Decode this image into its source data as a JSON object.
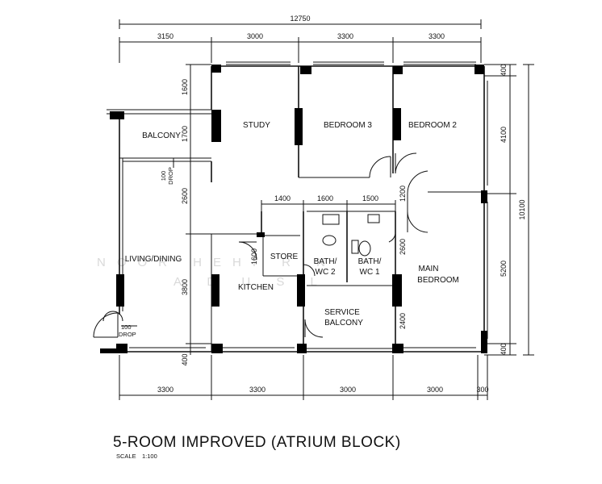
{
  "title": "5-ROOM IMPROVED (ATRIUM BLOCK)",
  "scale_label": "SCALE",
  "scale_value": "1:100",
  "watermark": {
    "line1": "NOOR HEHI RIN",
    "line2": "A D U S L"
  },
  "dimensions": {
    "overall_width": "12750",
    "top": [
      "3150",
      "3000",
      "3300",
      "3300"
    ],
    "bottom": [
      "3300",
      "3300",
      "3000",
      "3000",
      "300"
    ],
    "right_inner": [
      "400",
      "4100",
      "5200",
      "400"
    ],
    "right_overall": "10100",
    "left_vertical": [
      "1600",
      "1700",
      "2600",
      "3800",
      "400"
    ],
    "core_top": [
      "1400",
      "1600",
      "1500"
    ],
    "core_misc": {
      "store_1600": "1600",
      "drop_1200": "1200",
      "bath_2600": "2600",
      "service_2400": "2400"
    }
  },
  "rooms": {
    "balcony": "BALCONY",
    "study": "STUDY",
    "bedroom3": "BEDROOM 3",
    "bedroom2": "BEDROOM 2",
    "living": "LIVING/DINING",
    "store": "STORE",
    "kitchen": "KITCHEN",
    "bath2_l1": "BATH/",
    "bath2_l2": "WC 2",
    "bath1_l1": "BATH/",
    "bath1_l2": "WC 1",
    "main_l1": "MAIN",
    "main_l2": "BEDROOM",
    "service_l1": "SERVICE",
    "service_l2": "BALCONY"
  },
  "drops": {
    "balcony_num": "100",
    "balcony_word": "DROP",
    "entry_num": "100",
    "entry_word": "DROP"
  }
}
